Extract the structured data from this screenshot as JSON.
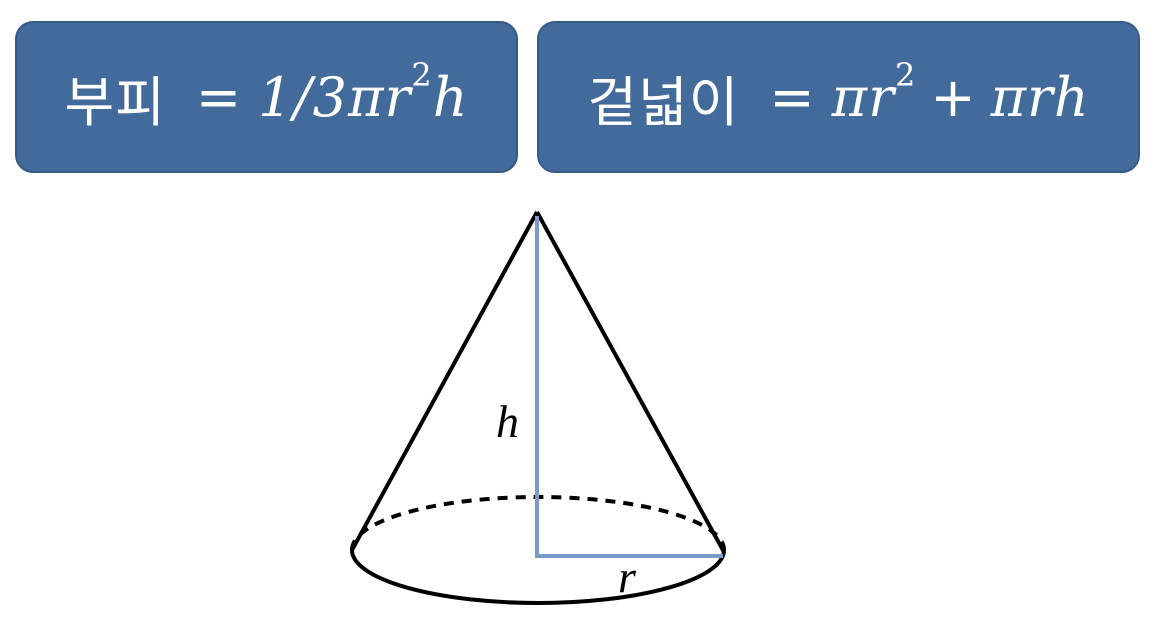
{
  "formulas": {
    "volume": {
      "label": "부피",
      "equals": "=",
      "expression": "1/3πr",
      "exponent": "2",
      "tail": "h"
    },
    "surface_area": {
      "label": "겉넓이",
      "equals": "=",
      "term1": "πr",
      "exponent": "2",
      "plus": "+",
      "term2": "πrh"
    }
  },
  "diagram": {
    "height_label": "h",
    "radius_label": "r"
  },
  "colors": {
    "box_fill": "#426a9a",
    "box_border": "#365b86",
    "box_text": "#ffffff",
    "cone_line": "#000000",
    "height_radius_line": "#7a9cc4"
  }
}
